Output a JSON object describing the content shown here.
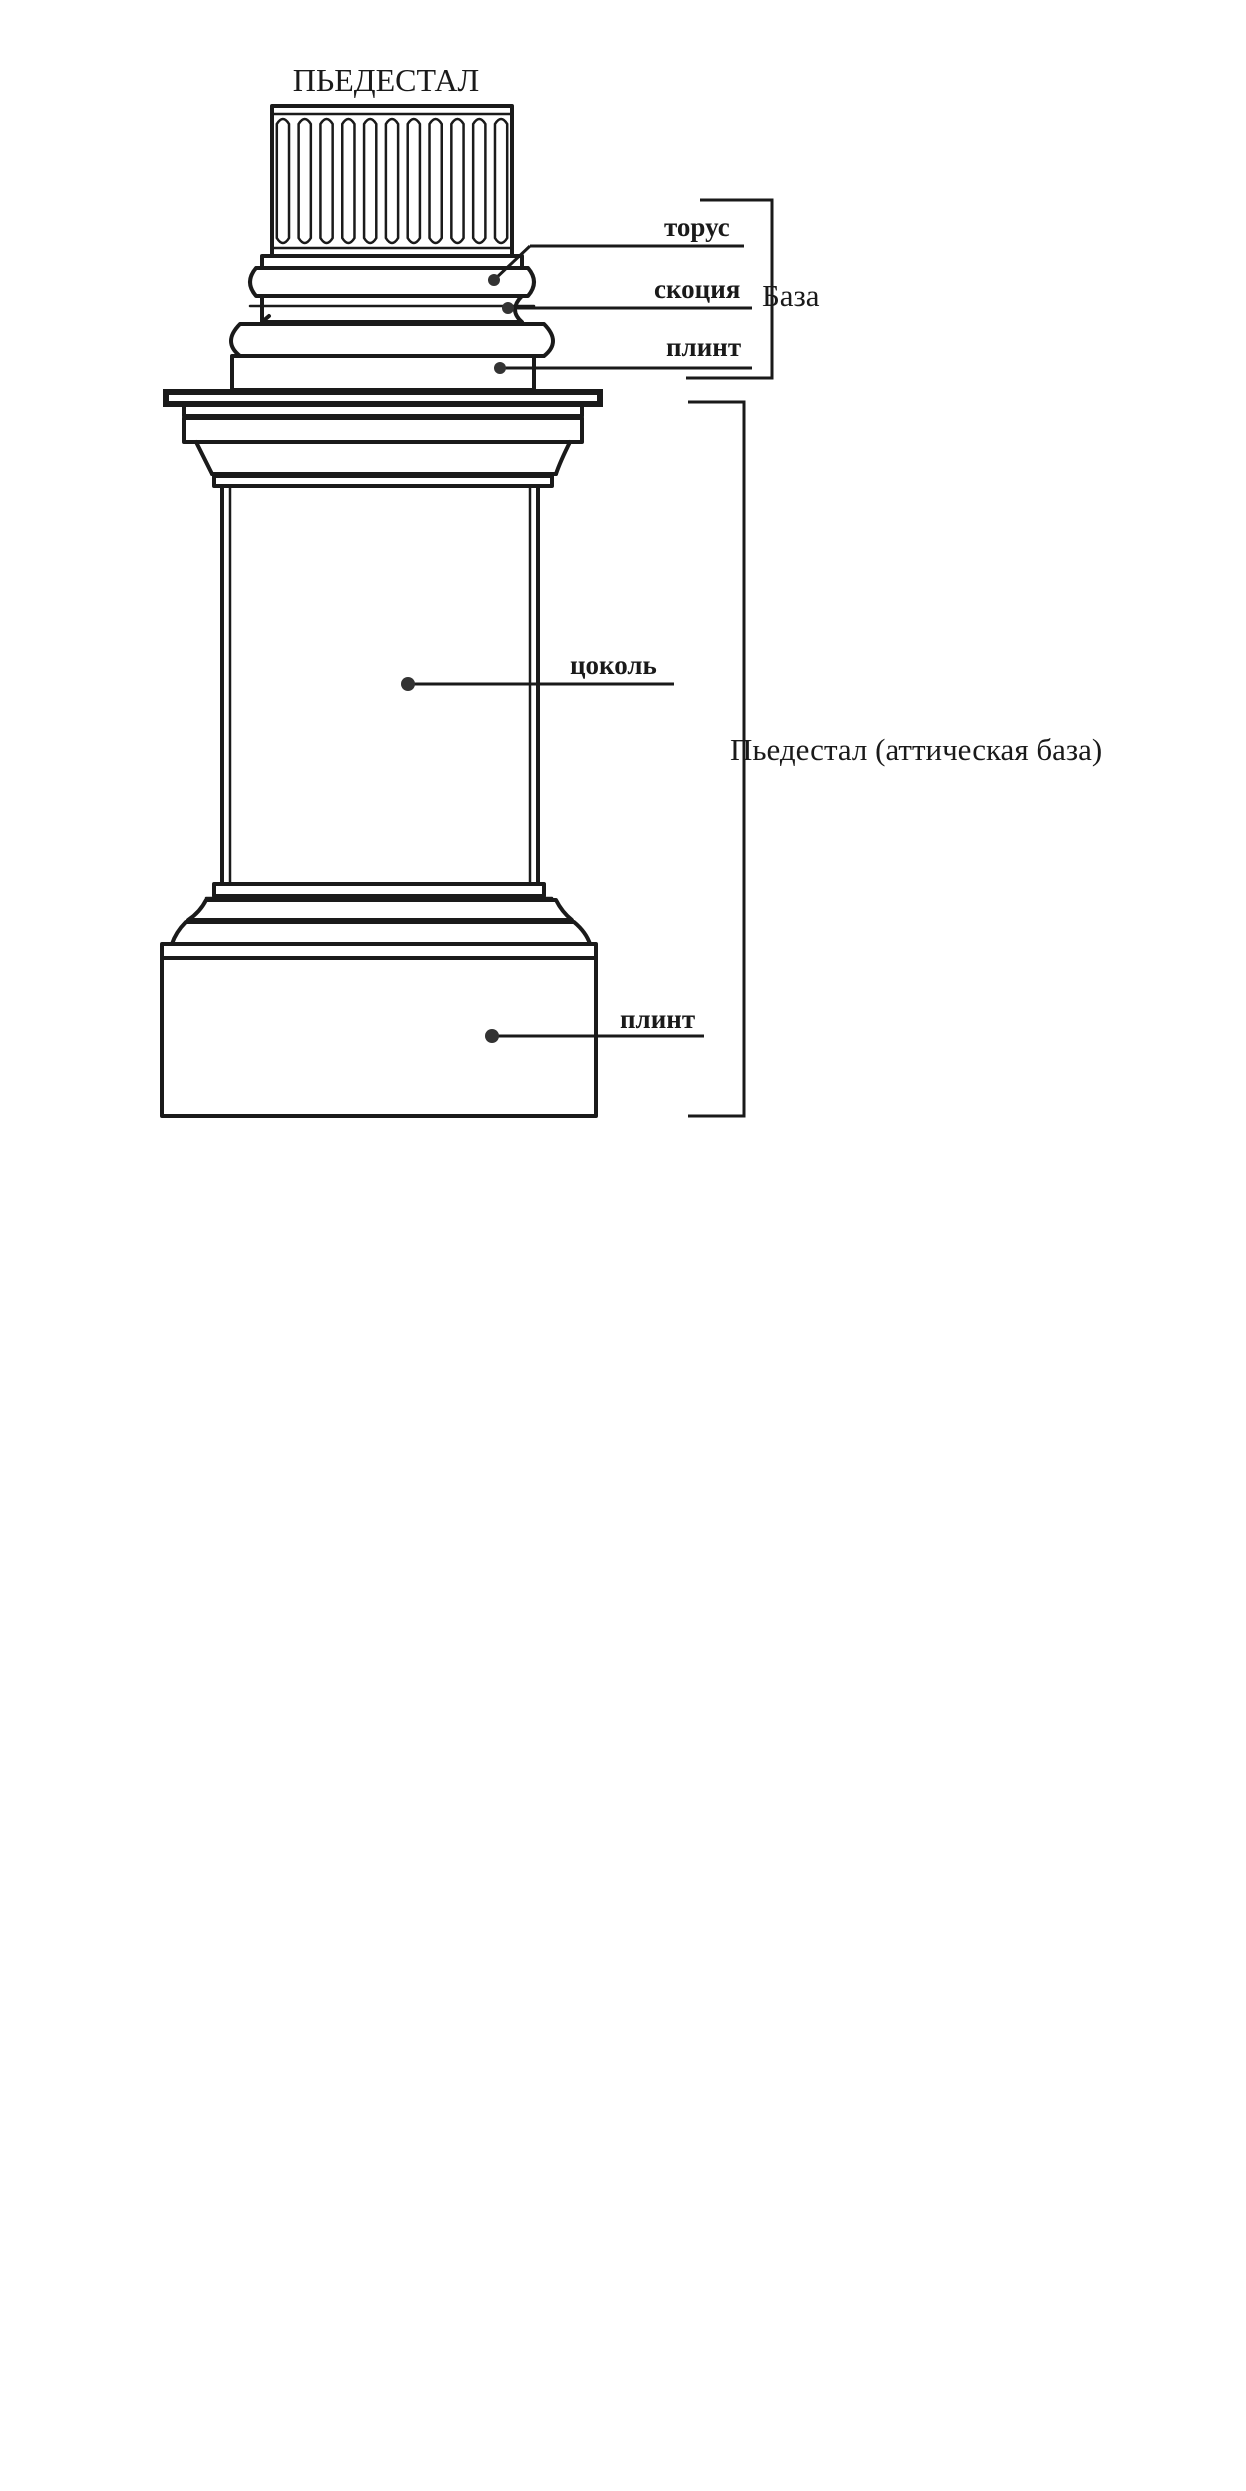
{
  "title": "ПЬЕДЕСТАЛ",
  "labels": {
    "torus": "торус",
    "scotia": "скоция",
    "plinth_upper": "плинт",
    "dado": "цоколь",
    "plinth_lower": "плинт"
  },
  "groups": {
    "base": "База",
    "pedestal": "Пьедестал (аттическая база)"
  },
  "colors": {
    "ink": "#1a1a1a",
    "background": "#ffffff"
  }
}
